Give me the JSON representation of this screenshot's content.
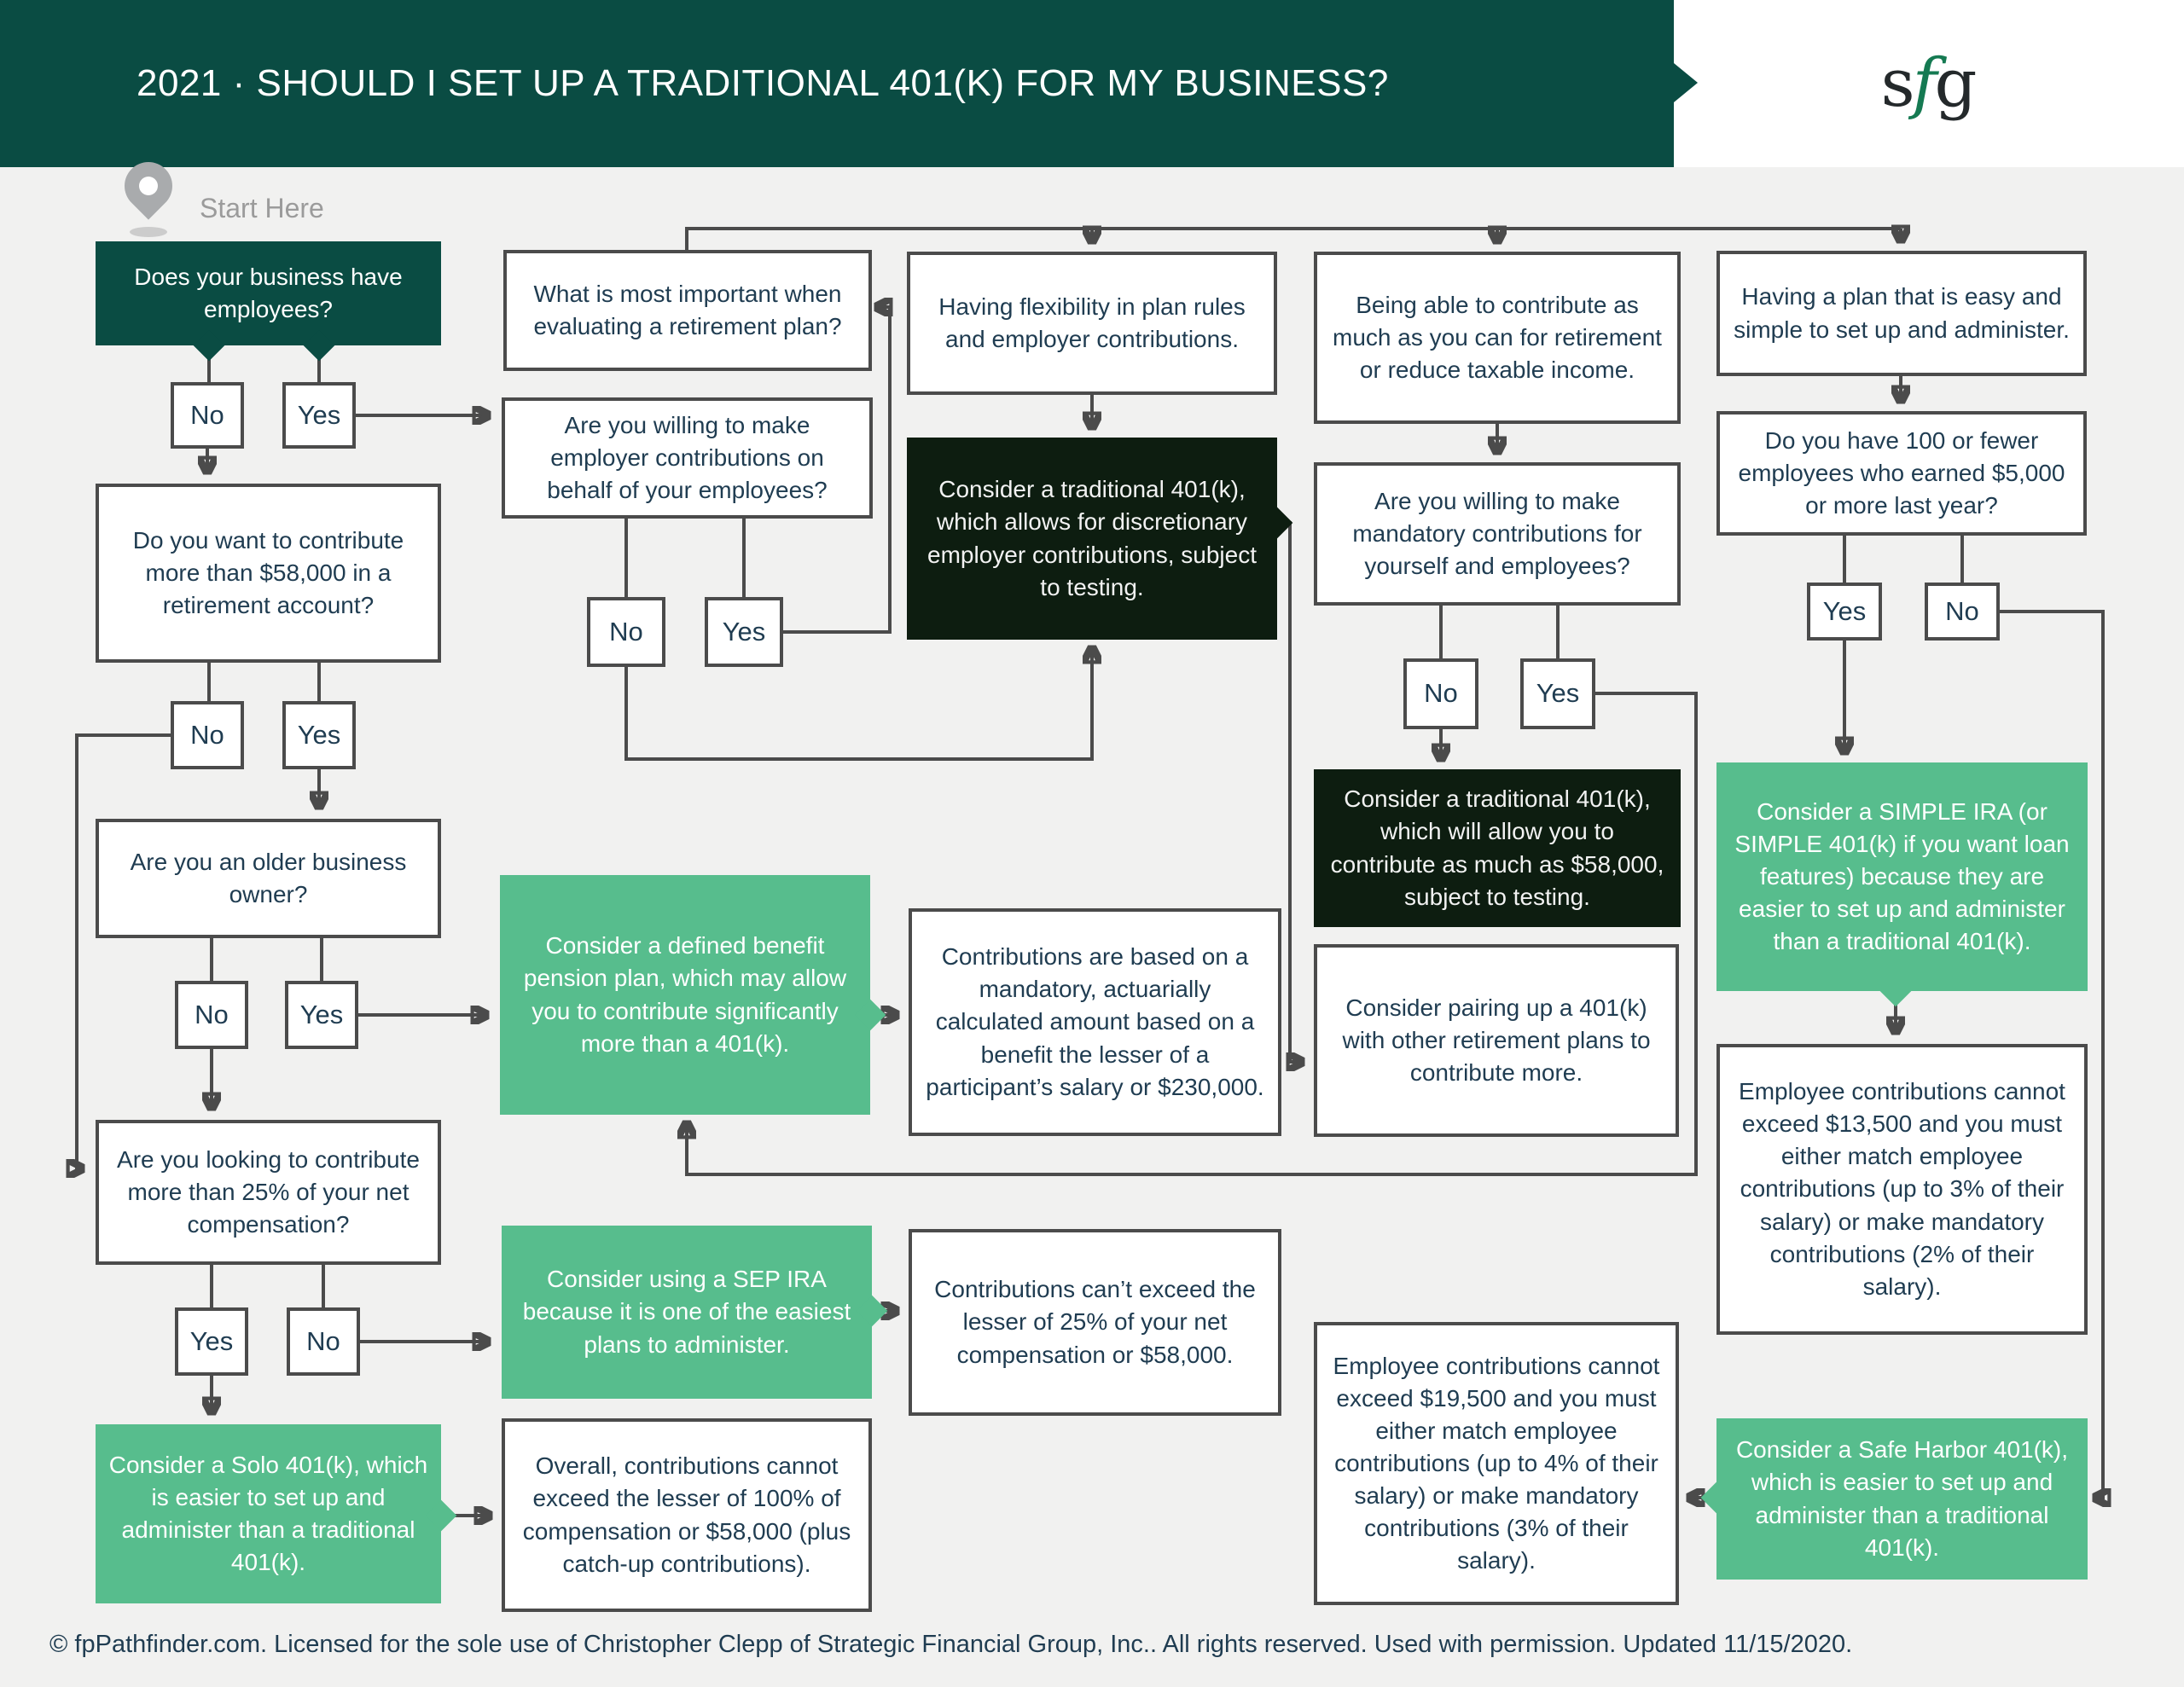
{
  "header": {
    "title": "2021 · SHOULD I SET UP A TRADITIONAL 401(K) FOR MY BUSINESS?",
    "logo_s": "s",
    "logo_f": "f",
    "logo_g": "g"
  },
  "start": {
    "label": "Start Here"
  },
  "nodes": {
    "q1": {
      "label": "Does your business have employees?"
    },
    "q1_no": {
      "label": "No"
    },
    "q1_yes": {
      "label": "Yes"
    },
    "q2": {
      "label": "Do you want to contribute more than $58,000 in a retirement account?"
    },
    "q2_no": {
      "label": "No"
    },
    "q2_yes": {
      "label": "Yes"
    },
    "q3": {
      "label": "Are you an older business owner?"
    },
    "q3_no": {
      "label": "No"
    },
    "q3_yes": {
      "label": "Yes"
    },
    "q4": {
      "label": "Are you looking to contribute more than 25% of your net compensation?"
    },
    "q4_yes": {
      "label": "Yes"
    },
    "q4_no": {
      "label": "No"
    },
    "solo": {
      "label": "Consider a Solo 401(k), which is easier to set up and administer than a traditional 401(k)."
    },
    "valq": {
      "label": "What is most important when evaluating a retirement plan?"
    },
    "empq": {
      "label": "Are you willing to make employer contributions on behalf of your employees?"
    },
    "emp_no": {
      "label": "No"
    },
    "emp_yes": {
      "label": "Yes"
    },
    "dbgreen": {
      "label": "Consider a defined benefit pension plan, which may allow you to contribute significantly more than a 401(k)."
    },
    "sepgreen": {
      "label": "Consider using a SEP IRA because it is one of the easiest plans to administer."
    },
    "overall": {
      "label": "Overall, contributions cannot exceed the lesser of 100% of compensation or $58,000 (plus catch-up contributions)."
    },
    "flex": {
      "label": "Having flexibility in plan rules and employer contributions."
    },
    "black1": {
      "label": "Consider a traditional 401(k), which allows for discretionary employer contributions, subject to testing."
    },
    "benefit": {
      "label": "Contributions are based on a mandatory, actuarially calculated amount based on a benefit the lesser of a participant’s salary or $230,000."
    },
    "sepexplain": {
      "label": "Contributions can’t exceed the lesser of 25% of your net compensation or $58,000."
    },
    "being": {
      "label": "Being able to contribute as much as you can for retirement or reduce taxable income."
    },
    "mandq": {
      "label": "Are you willing to make mandatory contributions for yourself and employees?"
    },
    "mand_no": {
      "label": "No"
    },
    "mand_yes": {
      "label": "Yes"
    },
    "black2": {
      "label": "Consider a traditional 401(k), which will allow you to contribute as much as $58,000, subject to testing."
    },
    "pairing": {
      "label": "Consider pairing up a 401(k) with other retirement plans to contribute more."
    },
    "excd19500": {
      "label": "Employee contributions cannot exceed $19,500 and you must either match employee contributions (up to 4% of their salary) or make mandatory contributions (3% of their salary)."
    },
    "easy": {
      "label": "Having a plan that is easy and simple to set up and administer."
    },
    "q100": {
      "label": "Do you have 100 or fewer employees who earned $5,000 or more last year?"
    },
    "q100_yes": {
      "label": "Yes"
    },
    "q100_no": {
      "label": "No"
    },
    "simple": {
      "label": "Consider a SIMPLE IRA (or SIMPLE 401(k) if you want loan features) because they are easier to set up and administer than a traditional 401(k)."
    },
    "excd13500": {
      "label": "Employee contributions cannot exceed $13,500 and you must either match employee contributions (up to 3% of their salary) or make mandatory contributions (2% of their salary)."
    },
    "safeharbor": {
      "label": "Consider a Safe Harbor 401(k), which is easier to set up and administer than a traditional 401(k)."
    }
  },
  "footer": {
    "text": "© fpPathfinder.com. Licensed for the sole use of Christopher Clepp of Strategic Financial Group, Inc.. All rights reserved. Used with permission. Updated 11/15/2020."
  },
  "colors": {
    "header_green": "#0A4C43",
    "result_green": "#57BD8D",
    "result_dark": "#0D1D10",
    "line_gray": "#4B4B4B",
    "text_navy": "#1F3C51",
    "background": "#F1F1F0",
    "logo_accent": "#157A52"
  }
}
